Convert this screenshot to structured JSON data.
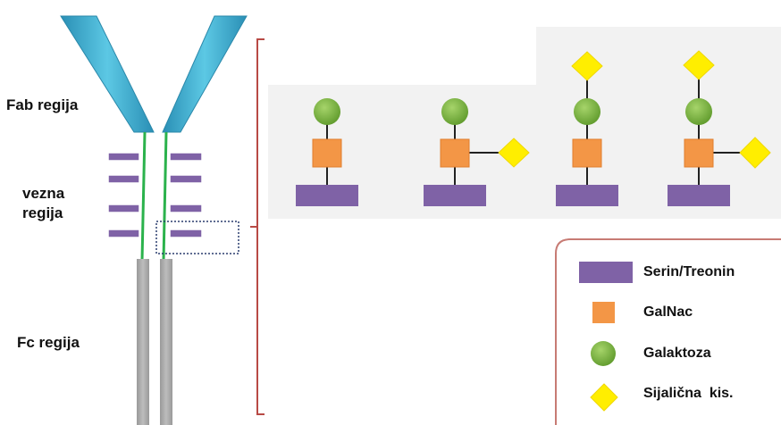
{
  "antibody": {
    "fab_label": "Fab regija",
    "hinge_label_line1": "vezna",
    "hinge_label_line2": "regija",
    "fc_label": "Fc regija"
  },
  "legend": {
    "items": [
      {
        "symbol": "serine-threonine-bar",
        "label": "Serin/Treonin",
        "color": "#7f62a6"
      },
      {
        "symbol": "galnac-square",
        "label": "GalNac",
        "color": "#f39646"
      },
      {
        "symbol": "galactose-circle",
        "label": "Galaktoza",
        "color": "#79b042"
      },
      {
        "symbol": "sialic-acid-diamond",
        "label": "Sijalična  kis.",
        "color": "#ffee00"
      }
    ]
  },
  "glycan_structures": [
    {
      "name": "core-1",
      "units": [
        "serin/treonin",
        "galnac",
        "galaktoza"
      ]
    },
    {
      "name": "sialyl-core-1-galnac",
      "units": [
        "serin/treonin",
        "galnac",
        "galaktoza",
        "sijalična kis. on galnac"
      ]
    },
    {
      "name": "sialyl-core-1-gal",
      "units": [
        "serin/treonin",
        "galnac",
        "galaktoza",
        "sijalična kis. on galaktoza"
      ]
    },
    {
      "name": "disialyl-core-1",
      "units": [
        "serin/treonin",
        "galnac",
        "galaktoza",
        "sijalična kis. on galaktoza",
        "sijalična kis. on galnac"
      ]
    }
  ],
  "colors": {
    "fab_arm": "#3aaecf",
    "hinge_line": "#2bb24c",
    "fc_stem": "#a9a9a9",
    "bracket": "#b84a45",
    "legend_border": "#c77b74",
    "highlight_box": "#2a3d6e"
  }
}
